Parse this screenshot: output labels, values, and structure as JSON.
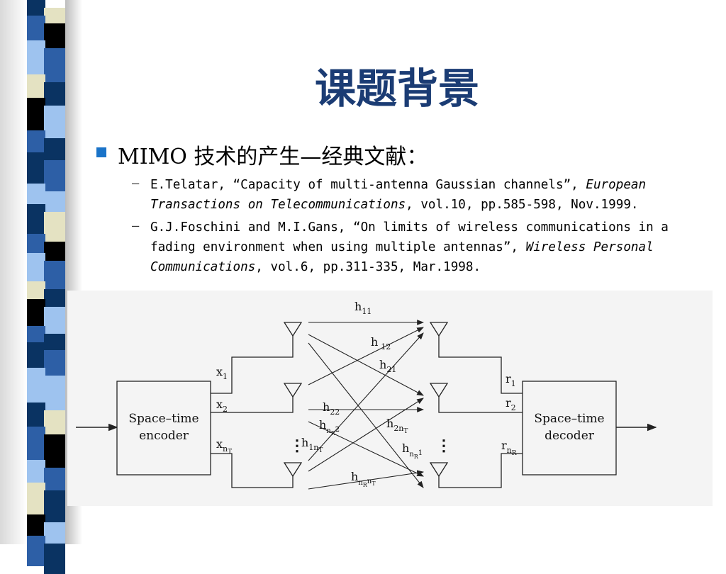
{
  "slide": {
    "title": "课题背景",
    "bullet": "MIMO 技术的产生—经典文献：",
    "references": [
      {
        "dash": "–",
        "authors": "E.Telatar, “Capacity of multi-antenna Gaussian channels”, ",
        "journal": "European Transactions on Telecommunications",
        "details": ", vol.10, pp.585-598, Nov.1999."
      },
      {
        "dash": "–",
        "authors": "G.J.Foschini and M.I.Gans, “On  limits of wireless communications in a fading environment when using multiple antennas”, ",
        "journal": "Wireless Personal Communications",
        "details": ", vol.6, pp.311-335, Mar.1998."
      }
    ]
  },
  "diagram": {
    "encoder_label": [
      "Space–time",
      "encoder"
    ],
    "decoder_label": [
      "Space–time",
      "decoder"
    ],
    "tx_labels": [
      "x",
      "x",
      "x"
    ],
    "tx_subs": [
      "1",
      "2",
      "n"
    ],
    "tx_subsub": "T",
    "rx_labels": [
      "r",
      "r",
      "r"
    ],
    "rx_subs": [
      "1",
      "2",
      "n"
    ],
    "rx_subsub": "R",
    "channel_labels": [
      "h",
      "h",
      "h",
      "h",
      "h",
      "h",
      "h",
      "h",
      "h"
    ],
    "channel_subs": [
      "11",
      "12",
      "21",
      "22",
      "n",
      "1n",
      "2n",
      "n",
      "n"
    ],
    "ellipsis": "⋮"
  },
  "colors": {
    "title": "#1b3c74",
    "bullet": "#1a73c8",
    "stripe_dark": "#0a3362",
    "stripe_mid": "#2d5fa6",
    "stripe_light": "#9ec3ef",
    "stripe_cream": "#e4e2c2",
    "stripe_black": "#000000"
  }
}
